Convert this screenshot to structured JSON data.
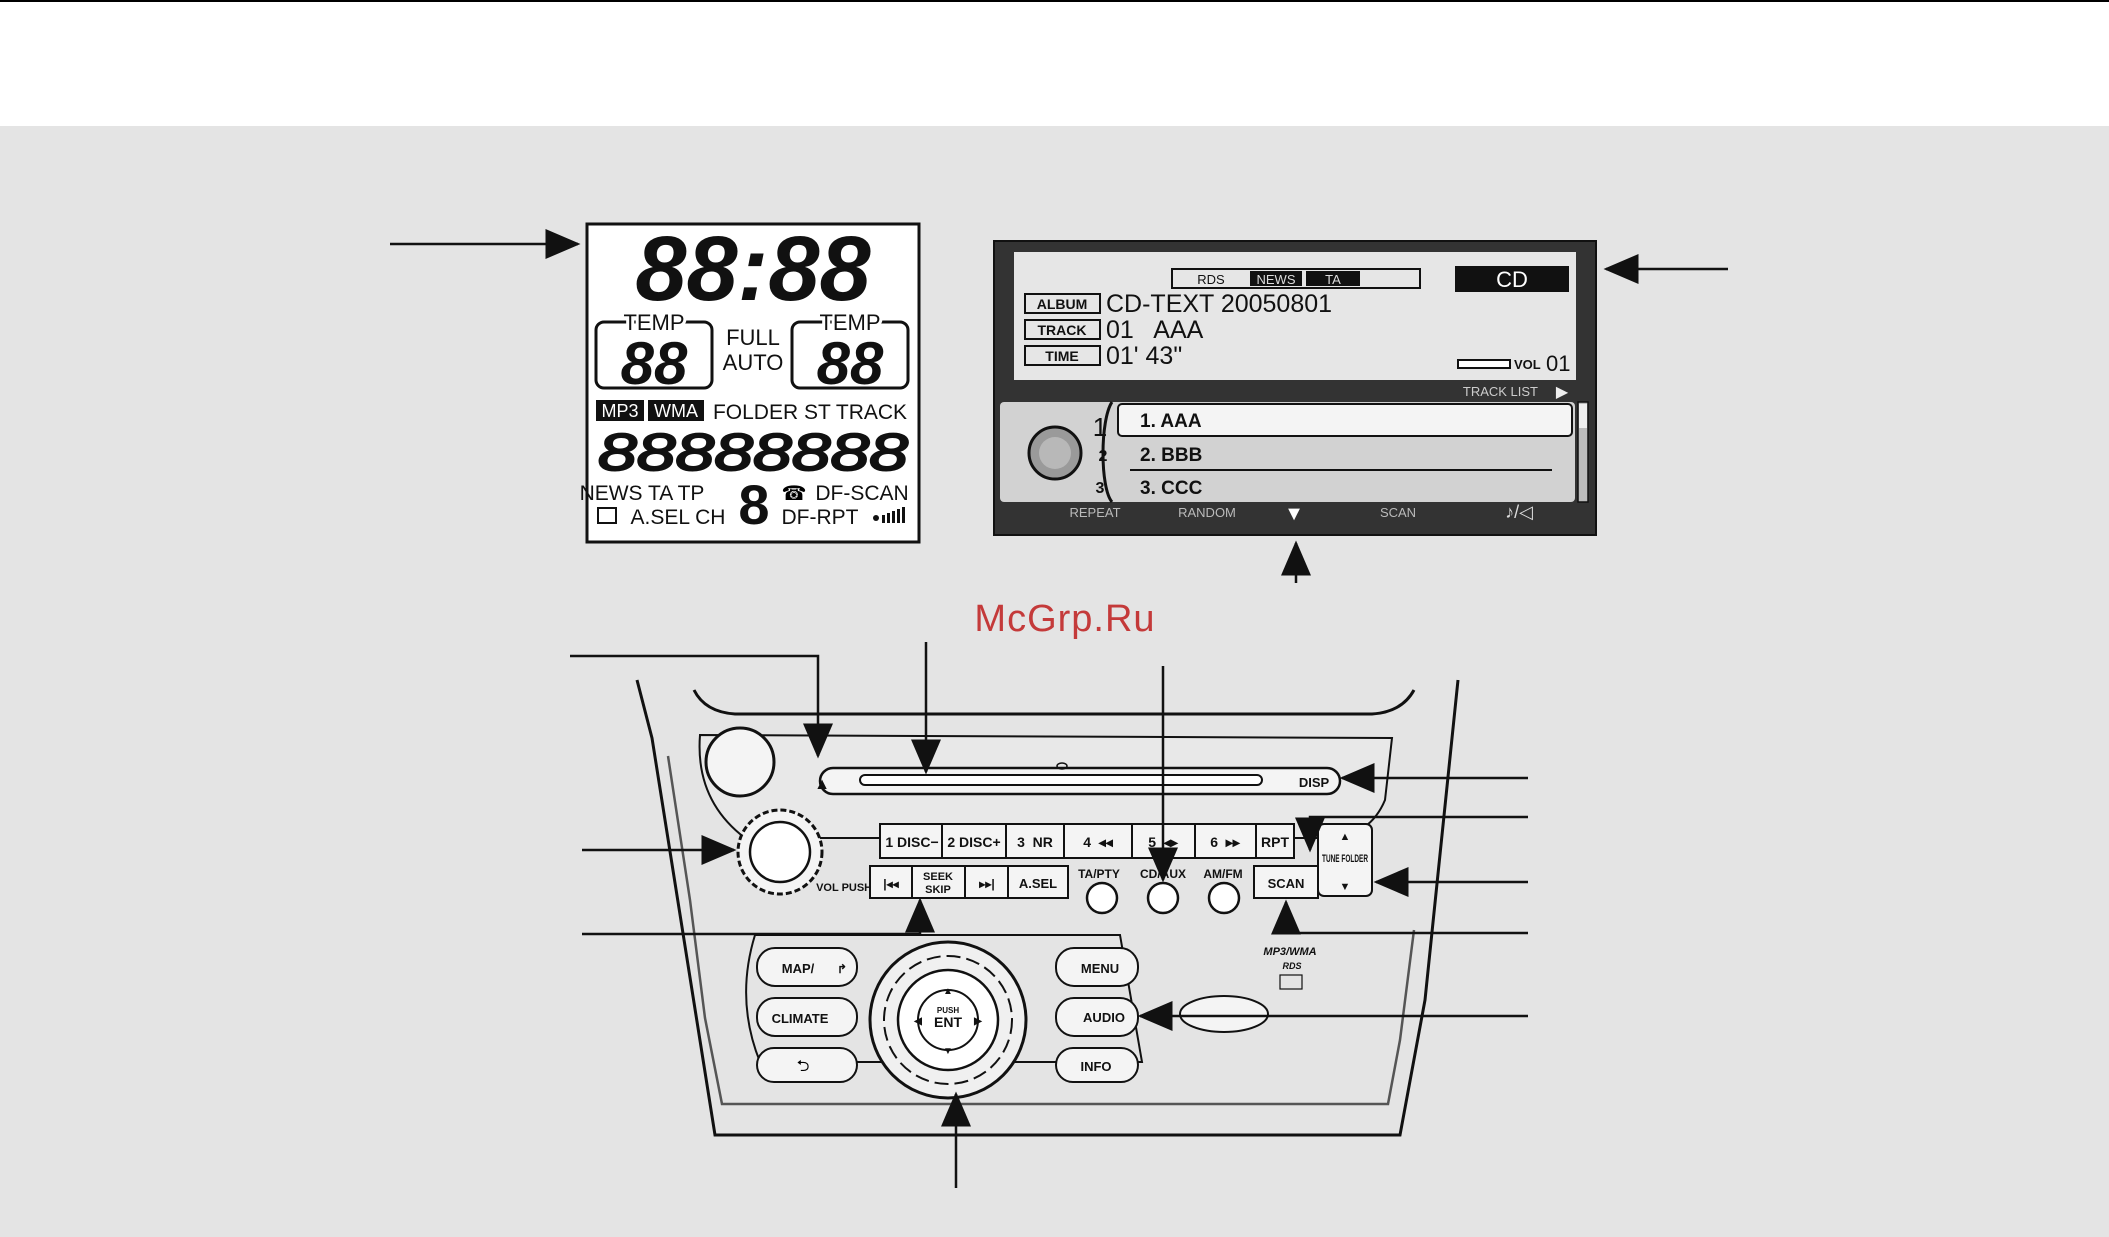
{
  "watermark": "McGrp.Ru",
  "climate_display": {
    "clock": "88:88",
    "temp_label_left": "TEMP",
    "temp_left": "88",
    "full": "FULL",
    "auto": "AUTO",
    "temp_label_right": "TEMP",
    "temp_right": "88",
    "badge_mp3": "MP3",
    "badge_wma": "WMA",
    "folder_st_track": "FOLDER ST TRACK",
    "segments": "88888888",
    "news_ta_tp": "NEWS TA TP",
    "big_digit": "8",
    "df_scan": "DF-SCAN",
    "asel_ch": "A.SEL CH",
    "df_rpt": "DF-RPT"
  },
  "navi_screen": {
    "rds_tab": "RDS",
    "news_tab": "NEWS",
    "ta_tab": "TA",
    "source": "CD",
    "rows": [
      {
        "label": "ALBUM",
        "value": "CD-TEXT 20050801"
      },
      {
        "label": "TRACK",
        "value": "01   AAA"
      },
      {
        "label": "TIME",
        "value": "01' 43\""
      }
    ],
    "vol_label": "VOL",
    "vol_value": "01",
    "track_list_label": "TRACK LIST",
    "disc_numbers": [
      "1",
      "2",
      "3"
    ],
    "tracks": [
      "1. AAA",
      "2. BBB",
      "3. CCC"
    ],
    "bottom_menu": [
      "REPEAT",
      "RANDOM",
      "SCAN"
    ]
  },
  "head_unit": {
    "eject": "▲",
    "disp": "DISP",
    "presets": [
      "1 DISC−",
      "2 DISC+",
      "3  NR",
      "4  ◂◂",
      "5  ◂▸",
      "6  ▸▸",
      "RPT"
    ],
    "tune_up": "▲",
    "tune_folder": "TUNE FOLDER",
    "tune_down": "▼",
    "vol_label": "VOL PUSH ⏻",
    "seek_left": "|◂◂",
    "seek_skip": "SEEK SKIP",
    "seek_right": "▸▸|",
    "asel": "A.SEL",
    "ta_pty": "TA/PTY",
    "cd_aux": "CD/AUX",
    "am_fm": "AM/FM",
    "scan": "SCAN",
    "map": "MAP/",
    "climate": "CLIMATE",
    "back": "⮌",
    "menu": "MENU",
    "audio": "AUDIO",
    "info": "INFO",
    "push": "PUSH",
    "ent": "ENT",
    "mp3wma": "MP3/WMA",
    "rds_logo": "RDS"
  }
}
